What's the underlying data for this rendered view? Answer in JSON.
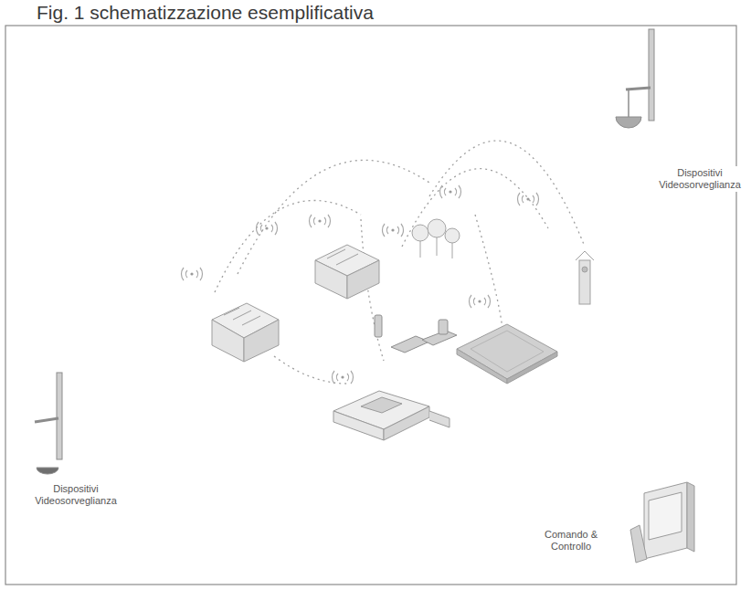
{
  "diagram": {
    "title": "Fig. 1 schematizzazione esemplificativa",
    "labels": [
      "Dispositivi Videosorveglianza",
      "Dispositivi Videosorveglianza",
      "Comando & Controllo"
    ]
  }
}
